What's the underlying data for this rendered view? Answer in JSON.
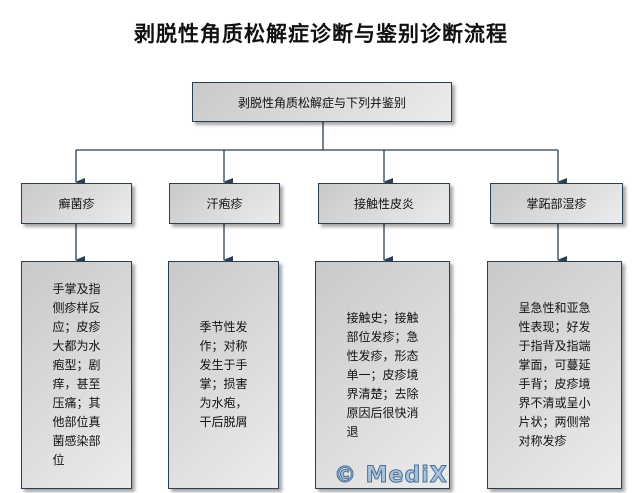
{
  "title": "剥脱性角质松解症诊断与鉴别诊断流程",
  "root": "剥脱性角质松解症与下列并鉴别",
  "conditions": [
    {
      "name": "癣菌疹",
      "description": "手掌及指\n侧疹样反\n应；皮疹\n大都为水\n疱型；剧\n痒，甚至\n压痛；其\n他部位真\n菌感染部\n位"
    },
    {
      "name": "汗疱疹",
      "description": "季节性发\n作；对称\n发生于手\n掌；损害\n为水疱，\n干后脱屑"
    },
    {
      "name": "接触性皮炎",
      "description": "接触史；接触\n部位发疹；急\n性发疹，形态\n单一；皮疹境\n界清楚；去除\n原因后很快消\n退"
    },
    {
      "name": "掌跖部湿疹",
      "description": "呈急性和亚急\n性表现；好发\n于指背及指端\n掌面，可蔓延\n手背；皮疹境\n界不清或呈小\n片状；两侧常\n对称发疹"
    }
  ],
  "watermark": "© MediX",
  "colors": {
    "line": "#2a3f55",
    "box_fill": "#d6d6d6"
  }
}
